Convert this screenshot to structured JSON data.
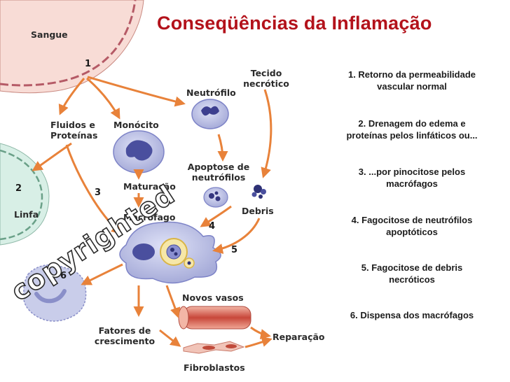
{
  "title": "Conseqüências da Inflamação",
  "labels": {
    "sangue": "Sangue",
    "tecido_line1": "Tecido",
    "tecido_line2": "necrótico",
    "neutrofilo": "Neutrófilo",
    "fluidos_line1": "Fluidos e",
    "fluidos_line2": "Proteínas",
    "monocito": "Monócito",
    "apoptose_line1": "Apoptose de",
    "apoptose_line2": "neutrófilos",
    "linfa": "Linfa",
    "maturacao": "Maturação",
    "debris": "Debris",
    "macrofago": "Macrófago",
    "novos_vasos": "Novos vasos",
    "fatores_line1": "Fatores de",
    "fatores_line2": "crescimento",
    "reparacao": "Reparação",
    "fibroblastos": "Fibroblastos"
  },
  "step_numbers": {
    "n1": "1",
    "n2": "2",
    "n3": "3",
    "n4": "4",
    "n5": "5",
    "n6": "6"
  },
  "legend": [
    {
      "line1": "1. Retorno da permeabilidade",
      "line2": "vascular normal"
    },
    {
      "line1": "2. Drenagem do edema e",
      "line2": "proteínas pelos linfáticos ou..."
    },
    {
      "line1": "3. ...por pinocitose pelos",
      "line2": "macrófagos"
    },
    {
      "line1": "4. Fagocitose de neutrófilos",
      "line2": "apoptóticos"
    },
    {
      "line1": "5. Fagocitose de debris",
      "line2": "necróticos"
    },
    {
      "line1": "6. Dispensa dos macrófagos",
      "line2": ""
    }
  ],
  "watermark": "copyrighted",
  "colors": {
    "title": "#b3121b",
    "arrow": "#e8823a",
    "blood_vessel": "#f8dcd6",
    "lymph_vessel": "#d8efe6",
    "cell_blue": "#7d83c7",
    "vessel_red": "#d9695a"
  }
}
